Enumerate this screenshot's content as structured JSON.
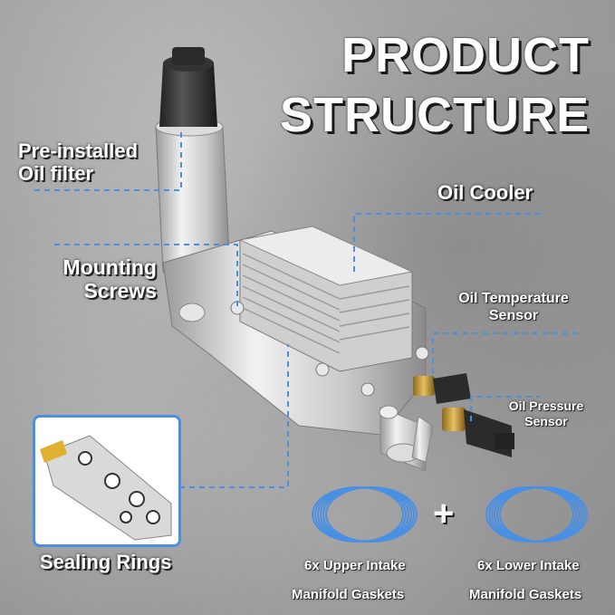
{
  "title": {
    "line1": "PRODUCT",
    "line2": "STRUCTURE"
  },
  "labels": {
    "oil_filter": {
      "line1": "Pre-installed",
      "line2": "Oil filter"
    },
    "oil_cooler": "Oil Cooler",
    "mounting_screws": {
      "line1": "Mounting",
      "line2": "Screws"
    },
    "oil_temp_sensor": {
      "line1": "Oil Temperature",
      "line2": "Sensor"
    },
    "oil_pressure_sensor": {
      "line1": "Oil Pressure",
      "line2": "Sensor"
    },
    "sealing_rings": "Sealing Rings"
  },
  "gaskets": {
    "upper": {
      "line1": "6x Upper Intake",
      "line2": "Manifold Gaskets"
    },
    "lower": {
      "line1": "6x Lower Intake",
      "line2": "Manifold Gaskets"
    },
    "plus": "+"
  },
  "colors": {
    "accent": "#4a90e2",
    "text": "#ffffff",
    "metal": "#d8d8d8"
  }
}
